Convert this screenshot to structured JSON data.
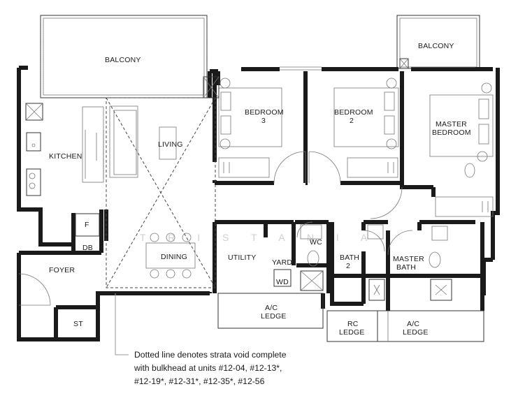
{
  "rooms": {
    "balcony_left": "BALCONY",
    "balcony_right": "BALCONY",
    "kitchen": "KITCHEN",
    "living": "LIVING",
    "dining": "DINING",
    "bedroom3_line1": "BEDROOM",
    "bedroom3_line2": "3",
    "bedroom2_line1": "BEDROOM",
    "bedroom2_line2": "2",
    "master_line1": "MASTER",
    "master_line2": "BEDROOM",
    "fridge": "F",
    "db": "DB",
    "foyer": "FOYER",
    "st": "ST",
    "utility": "UTILITY",
    "yard": "YARD",
    "wd": "WD",
    "wc": "WC",
    "bath2_line1": "BATH",
    "bath2_line2": "2",
    "master_bath_line1": "MASTER",
    "master_bath_line2": "BATH",
    "ac_ledge_left_line1": "A/C",
    "ac_ledge_left_line2": "LEDGE",
    "rc_ledge_line1": "RC",
    "rc_ledge_line2": "LEDGE",
    "ac_ledge_right_line1": "A/C",
    "ac_ledge_right_line2": "LEDGE"
  },
  "watermark": "T R I S T A N I A",
  "note": {
    "line1": "Dotted line denotes strata void complete",
    "line2": "with bulkhead at units #12-04, #12-13*,",
    "line3": "#12-19*, #12-31*, #12-35*, #12-56"
  }
}
